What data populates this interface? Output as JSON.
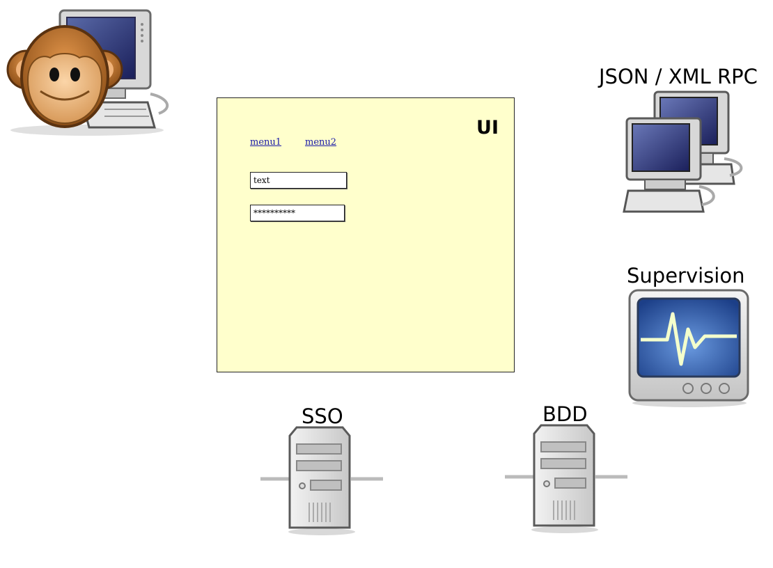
{
  "ui": {
    "title": "UI",
    "menu": [
      "menu1",
      "menu2"
    ],
    "text_field_value": "text",
    "password_field_value": "**********"
  },
  "labels": {
    "json_rpc": "JSON / XML RPC",
    "supervision": "Supervision",
    "sso": "SSO",
    "bdd": "BDD"
  },
  "icons": {
    "user": "monkey-computer-icon",
    "rpc": "networked-computers-icon",
    "supervision": "system-monitor-icon",
    "sso": "server-icon",
    "bdd": "server-icon"
  }
}
